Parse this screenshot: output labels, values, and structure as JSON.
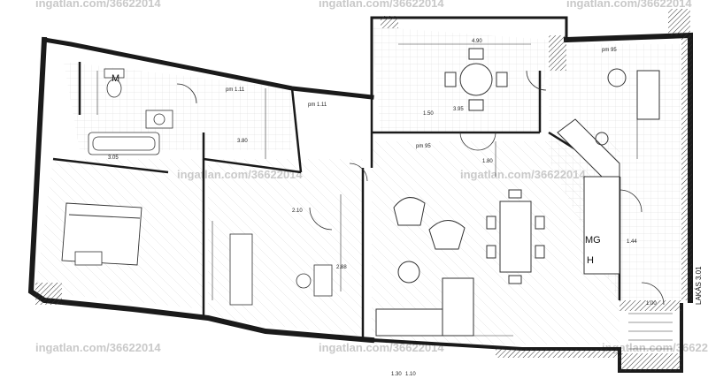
{
  "watermark": {
    "text": "ingatlan.com/36622014",
    "color": "#c9c9c9"
  },
  "rooms": {
    "bath_dims": "pm 1.11",
    "hall_dims": "pm 1.11",
    "living_dims": "pm 95",
    "kitchen_dims": "pm 95",
    "terrace_dims": "4.90",
    "dim_1": "1.80",
    "dim_2": "1.50",
    "dim_3": "2.10",
    "dim_4": "1.00",
    "dim_5": "3.80",
    "dim_6": "2.88",
    "dim_7": "3.95",
    "dim_8": "1.30",
    "dim_9": "1.10",
    "dim_10": "3.05",
    "dim_11": "1.44"
  },
  "labels": {
    "toilet_mark": "M",
    "fridge_mark": "MG",
    "oven_mark": "H",
    "side_label": "LAKÁS 3.01"
  },
  "colors": {
    "wall": "#1a1a1a",
    "hatch": "#9a9a9a",
    "tile": "#d8d8d8",
    "line": "#333333"
  }
}
